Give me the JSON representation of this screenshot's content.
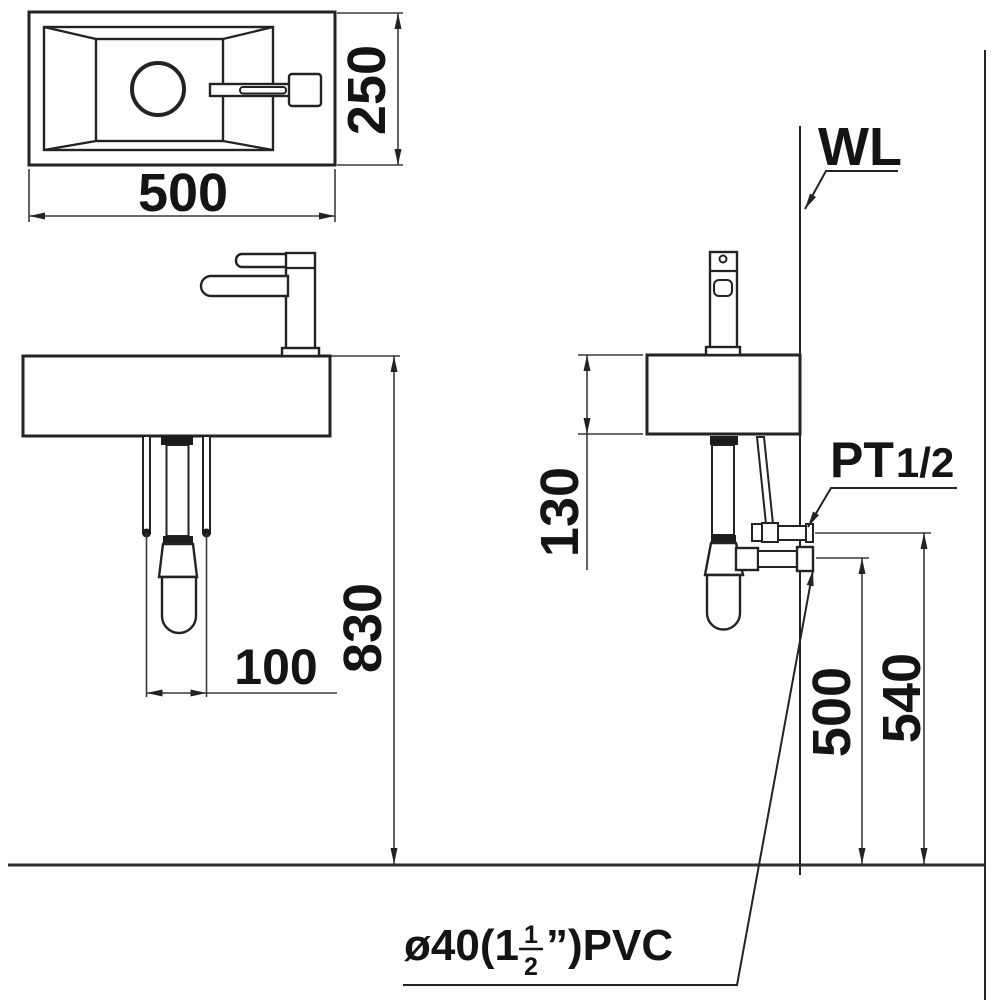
{
  "drawing": {
    "type": "washbasin-installation-drawing",
    "dimensions": {
      "top_width": "500",
      "top_depth": "250",
      "height_floor_to_rim": "830",
      "basin_height": "130",
      "drain_offset": "100",
      "drain_outlet_height": "500",
      "supply_outlet_height": "540"
    },
    "labels": {
      "wall_line": "WL",
      "supply_thread": {
        "main": "PT",
        "size": "1/2"
      },
      "drain_pipe_note": {
        "prefix": "ø40(1",
        "frac_num": "1",
        "frac_den": "2",
        "suffix": "”)PVC"
      }
    }
  }
}
